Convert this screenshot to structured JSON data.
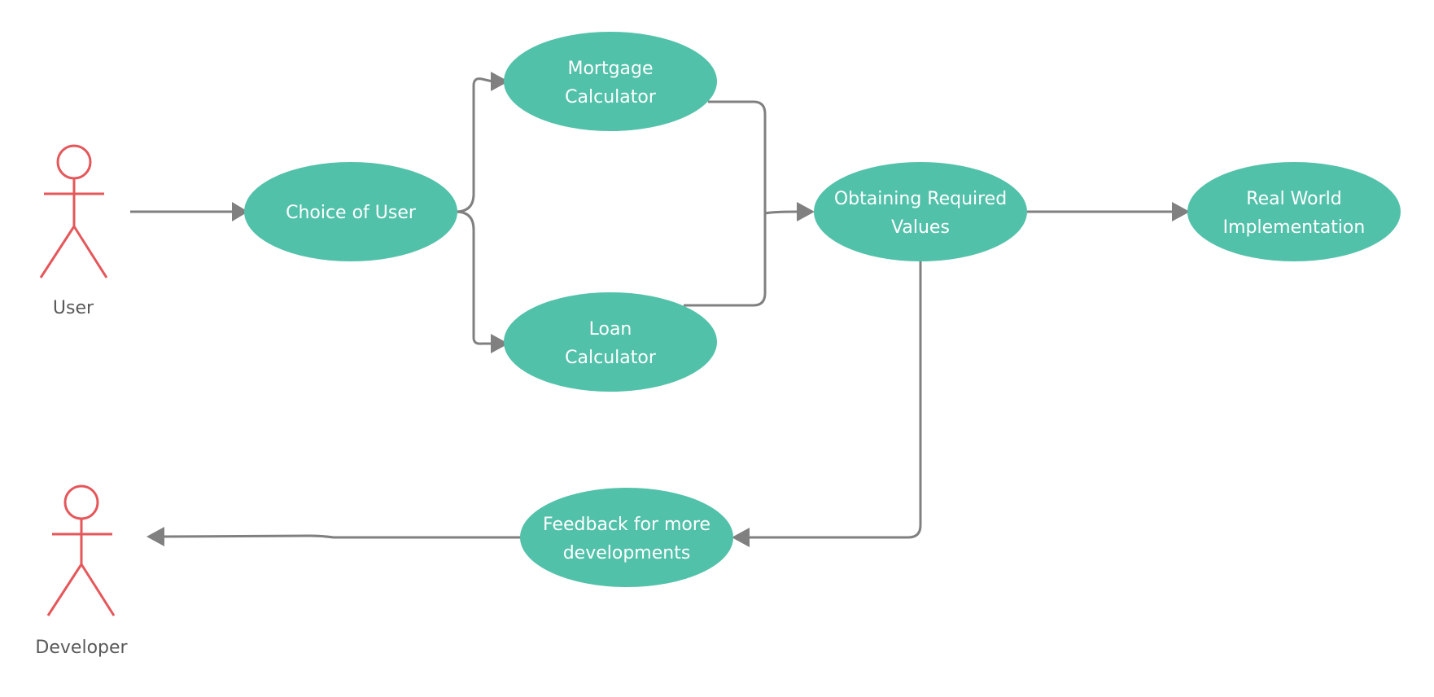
{
  "diagram": {
    "colors": {
      "use_case_fill": "#52c1a9",
      "use_case_text": "#ffffff",
      "actor_stroke": "#e5575a",
      "actor_label": "#595959",
      "connector": "#808080"
    },
    "actors": {
      "user": {
        "label": "User"
      },
      "developer": {
        "label": "Developer"
      }
    },
    "use_cases": {
      "choice": {
        "lines": [
          "Choice of User"
        ]
      },
      "mortgage": {
        "lines": [
          "Mortgage",
          "Calculator"
        ]
      },
      "loan": {
        "lines": [
          "Loan",
          "Calculator"
        ]
      },
      "obtaining": {
        "lines": [
          "Obtaining Required",
          "Values"
        ]
      },
      "realworld": {
        "lines": [
          "Real World",
          "Implementation"
        ]
      },
      "feedback": {
        "lines": [
          "Feedback for more",
          "developments"
        ]
      }
    },
    "connections": [
      {
        "from": "User",
        "to": "Choice of User"
      },
      {
        "from": "Choice of User",
        "to": "Mortgage Calculator"
      },
      {
        "from": "Choice of User",
        "to": "Loan Calculator"
      },
      {
        "from": "Mortgage Calculator",
        "to": "Obtaining Required Values"
      },
      {
        "from": "Loan Calculator",
        "to": "Obtaining Required Values"
      },
      {
        "from": "Obtaining Required Values",
        "to": "Real World Implementation"
      },
      {
        "from": "Obtaining Required Values",
        "to": "Feedback for more developments"
      },
      {
        "from": "Feedback for more developments",
        "to": "Developer"
      }
    ]
  }
}
